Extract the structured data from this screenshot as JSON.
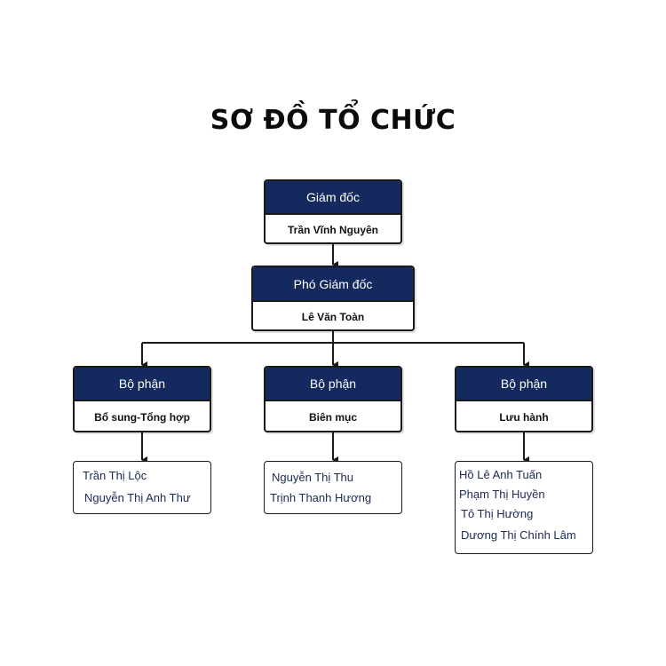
{
  "title": "SƠ ĐỒ TỔ CHỨC",
  "director": {
    "role": "Giám đốc",
    "name": "Trần Vĩnh Nguyên"
  },
  "deputy": {
    "role": "Phó Giám đốc",
    "name": "Lê Văn Toàn"
  },
  "departments": [
    {
      "role": "Bộ phận",
      "name": "Bổ sung-Tổng hợp",
      "members": [
        "Trần Thị Lộc",
        "Nguyễn Thị Anh Thư"
      ]
    },
    {
      "role": "Bộ phận",
      "name": "Biên mục",
      "members": [
        "Nguyễn Thị Thu",
        "Trịnh Thanh Hương"
      ]
    },
    {
      "role": "Bộ phận",
      "name": "Lưu hành",
      "members": [
        "Hồ Lê Anh Tuấn",
        "Phạm Thị Huyền",
        "Tô Thị Hường",
        "Dương Thị Chính Lâm"
      ]
    }
  ],
  "colors": {
    "header_fill": "#142a5e",
    "member_text": "#1b2a55",
    "line": "#1a1a1a"
  }
}
